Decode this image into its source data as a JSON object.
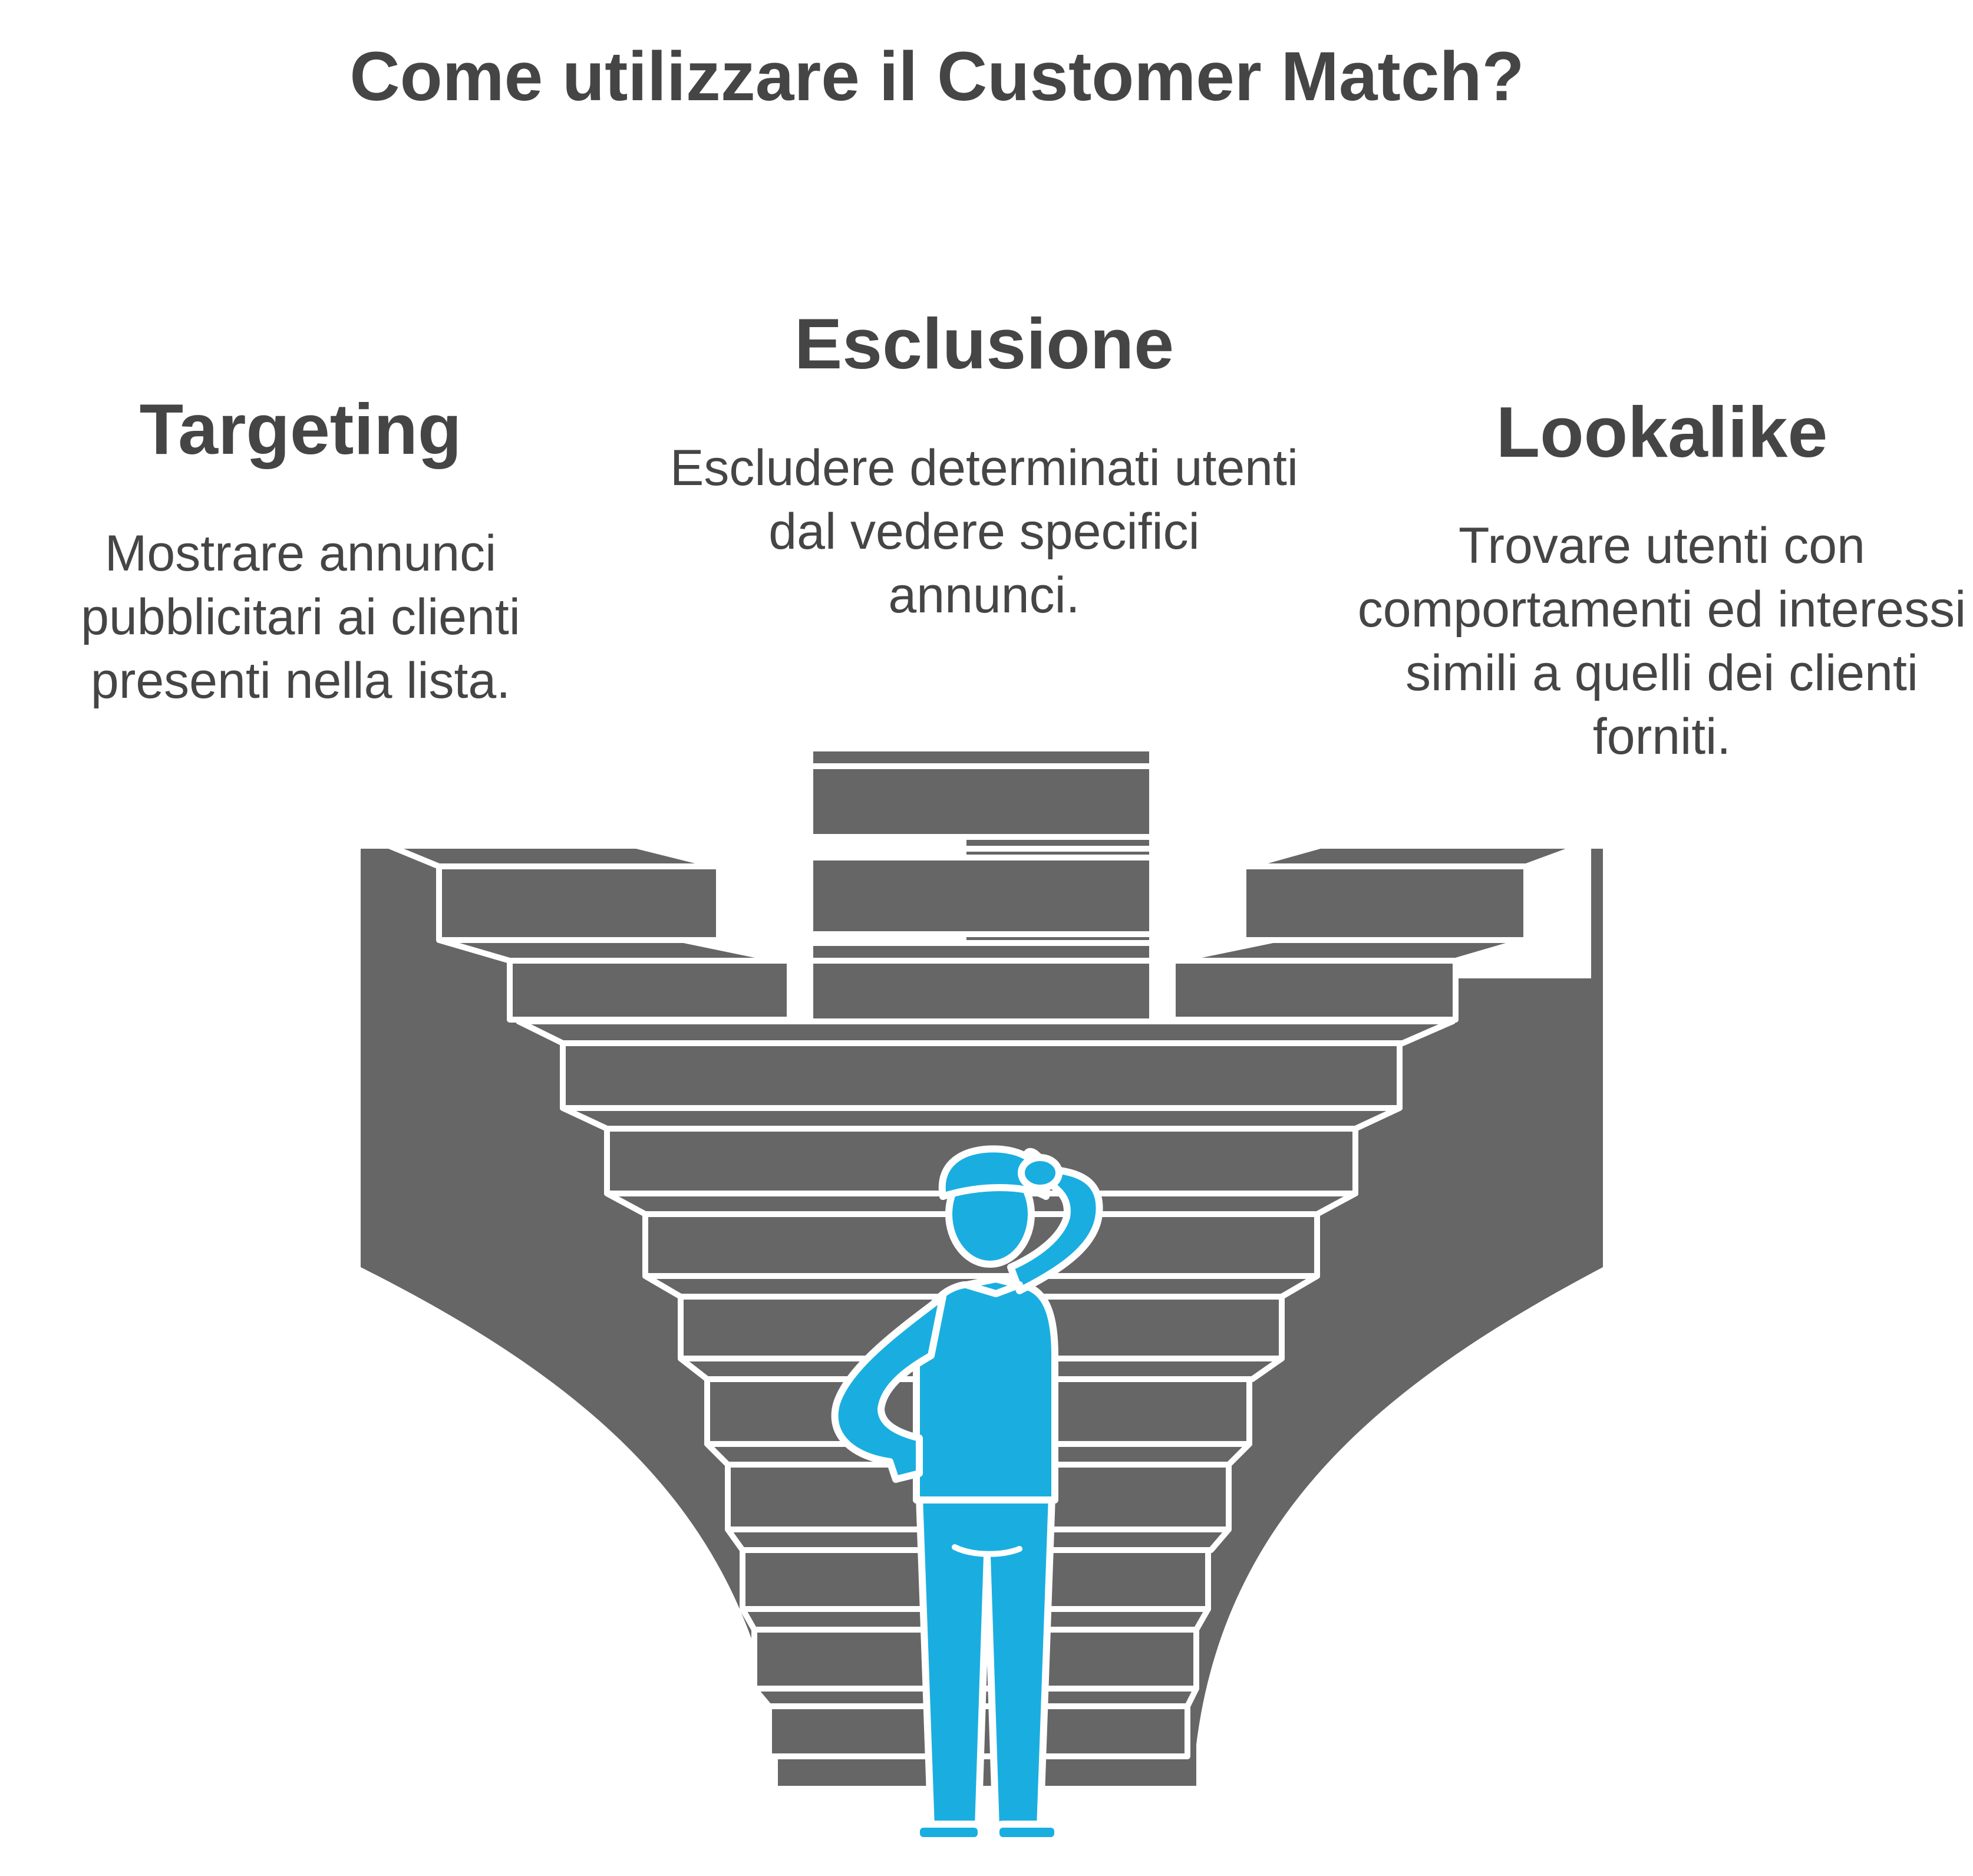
{
  "title": "Come utilizzare il Customer Match?",
  "branches": [
    {
      "name": "Targeting",
      "description": "Mostrare annunci pubblicitari ai clienti presenti nella lista."
    },
    {
      "name": "Esclusione",
      "description": "Escludere determinati utenti dal vedere specifici annunci."
    },
    {
      "name": "Lookalike",
      "description": "Trovare utenti con comportamenti ed interessi simili a quelli dei clienti forniti."
    }
  ],
  "colors": {
    "text": "#454545",
    "stairs": "#666666",
    "figure": "#1aaee0",
    "outline": "#ffffff"
  },
  "icons": [
    "thinking-person-icon",
    "staircase-icon"
  ]
}
